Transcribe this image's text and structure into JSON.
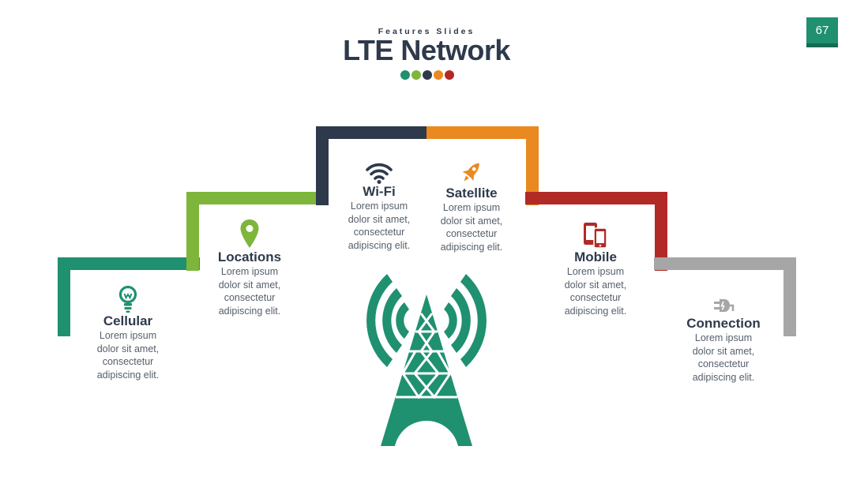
{
  "header": {
    "subtitle": "Features Slides",
    "title": "LTE Network",
    "page_number": "67"
  },
  "colors": {
    "dark": "#2e3a4b",
    "teal": "#1f9070",
    "green": "#7db63a",
    "orange": "#e9891f",
    "red": "#b12a26",
    "gray": "#a6a6a6"
  },
  "decor_dots": [
    "#1f9070",
    "#7db63a",
    "#2e3a4b",
    "#e9891f",
    "#b12a26"
  ],
  "features": [
    {
      "id": "cellular",
      "title": "Cellular",
      "icon": "lightbulb-icon",
      "desc": [
        "Lorem ipsum",
        "dolor sit amet,",
        "consectetur",
        "adipiscing elit."
      ]
    },
    {
      "id": "locations",
      "title": "Locations",
      "icon": "map-pin-icon",
      "desc": [
        "Lorem ipsum",
        "dolor sit amet,",
        "consectetur",
        "adipiscing elit."
      ]
    },
    {
      "id": "wifi",
      "title": "Wi-Fi",
      "icon": "wifi-icon",
      "desc": [
        "Lorem ipsum",
        "dolor sit amet,",
        "consectetur",
        "adipiscing elit."
      ]
    },
    {
      "id": "satellite",
      "title": "Satellite",
      "icon": "rocket-icon",
      "desc": [
        "Lorem ipsum",
        "dolor sit amet,",
        "consectetur",
        "adipiscing elit."
      ]
    },
    {
      "id": "mobile",
      "title": "Mobile",
      "icon": "devices-icon",
      "desc": [
        "Lorem ipsum",
        "dolor sit amet,",
        "consectetur",
        "adipiscing elit."
      ]
    },
    {
      "id": "connection",
      "title": "Connection",
      "icon": "plug-icon",
      "desc": [
        "Lorem ipsum",
        "dolor sit amet,",
        "consectetur",
        "adipiscing elit."
      ]
    }
  ],
  "center_graphic": {
    "icon": "radio-tower-icon",
    "color": "#1f9070"
  }
}
